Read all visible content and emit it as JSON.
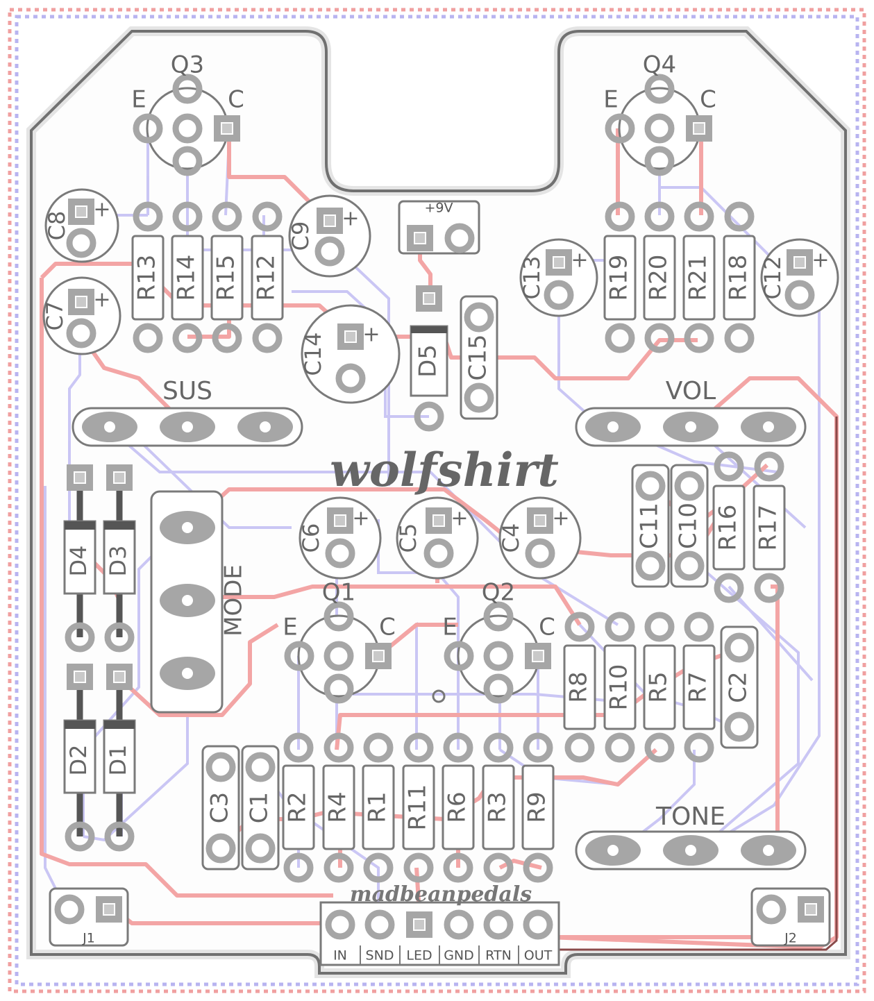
{
  "board": {
    "brand": "wolfshirt",
    "maker": "madbeanpedals",
    "power_label": "+9V"
  },
  "pots": {
    "sus": "SUS",
    "vol": "VOL",
    "tone": "TONE"
  },
  "switch": {
    "mode": "MODE"
  },
  "transistors": {
    "q1": "Q1",
    "q2": "Q2",
    "q3": "Q3",
    "q4": "Q4",
    "emitter": "E",
    "collector": "C"
  },
  "resistors": [
    "R1",
    "R2",
    "R3",
    "R4",
    "R5",
    "R6",
    "R7",
    "R8",
    "R9",
    "R10",
    "R11",
    "R12",
    "R13",
    "R14",
    "R15",
    "R16",
    "R17",
    "R18",
    "R19",
    "R20",
    "R21"
  ],
  "capacitors": [
    "C1",
    "C2",
    "C3",
    "C4",
    "C5",
    "C6",
    "C7",
    "C8",
    "C9",
    "C10",
    "C11",
    "C12",
    "C13",
    "C14",
    "C15"
  ],
  "diodes": [
    "D1",
    "D2",
    "D3",
    "D4",
    "D5"
  ],
  "jacks": {
    "j1": "J1",
    "j2": "J2"
  },
  "io_pads": [
    "IN",
    "SND",
    "LED",
    "GND",
    "RTN",
    "OUT"
  ],
  "polarity_mark": "+",
  "colors": {
    "top_trace": "#f3a5a5",
    "bottom_trace": "#c8c4f4",
    "pad": "#a6a6a6",
    "outline": "#7a7a7a",
    "border_red": "#f0a0a0",
    "border_blue": "#b8b4f0"
  }
}
